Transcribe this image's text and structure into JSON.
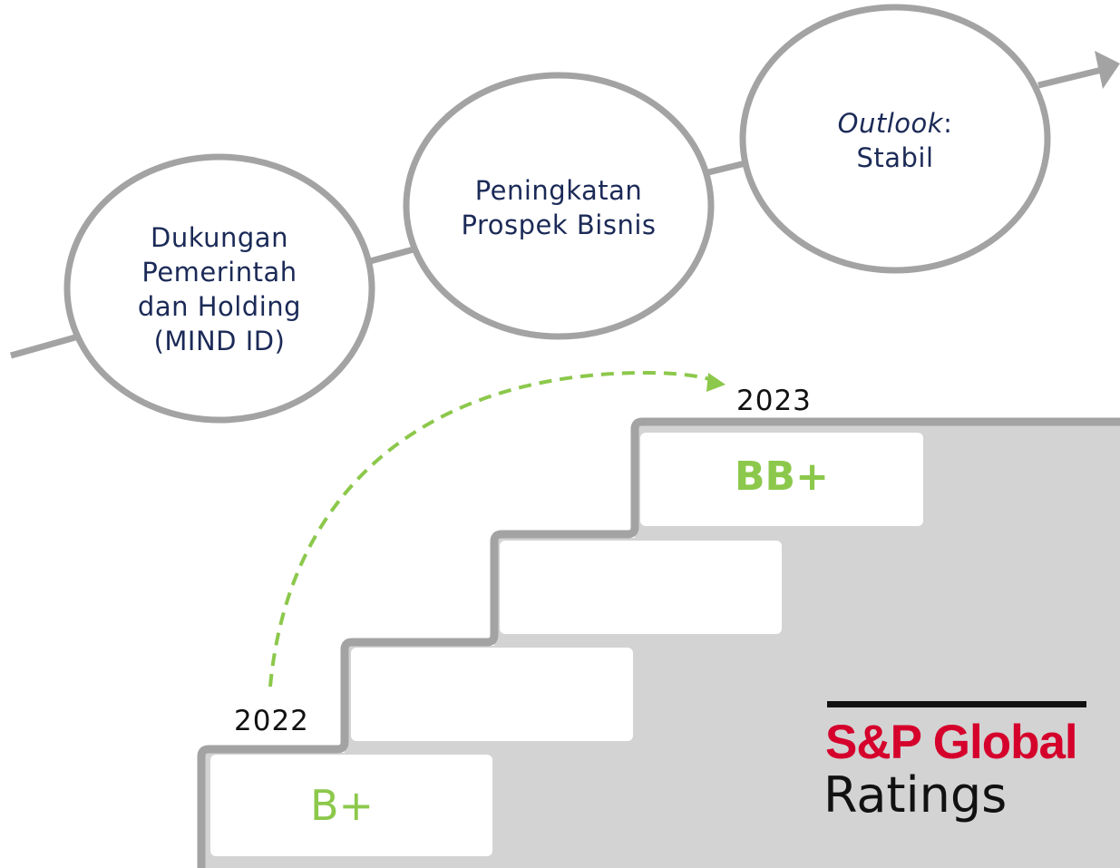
{
  "bubbles": [
    {
      "lines": [
        "Dukungan",
        "Pemerintah",
        "dan Holding",
        "(MIND ID)"
      ]
    },
    {
      "lines": [
        "Peningkatan",
        "Prospek Bisnis"
      ]
    },
    {
      "italic": "Outlook",
      "suffix": ":",
      "line2": "Stabil"
    }
  ],
  "years": {
    "start": "2022",
    "end": "2023"
  },
  "ratings": {
    "start": "B+",
    "end": "BB+"
  },
  "agency": {
    "name": "S&P Global",
    "sub": "Ratings"
  },
  "colors": {
    "accent_green": "#8cc84b",
    "navy_text": "#1b2a57",
    "logo_red": "#d5002b",
    "gray_line": "#a3a3a3"
  }
}
